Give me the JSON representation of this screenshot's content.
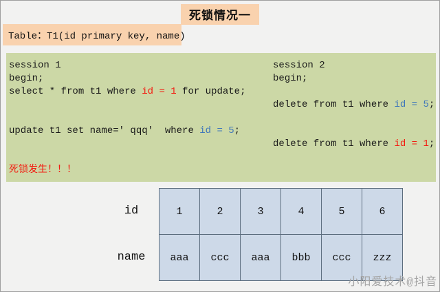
{
  "page": {
    "title": "死锁情况一",
    "watermark": "小阳爱技术@抖音"
  },
  "table_label": "Table：T1(id primary key, name)",
  "code_panel": {
    "left_lines": [
      [
        [
          "session 1",
          "k"
        ]
      ],
      [
        [
          "begin;",
          "k"
        ]
      ],
      [
        [
          "select * from t1 where ",
          "k"
        ],
        [
          "id = 1",
          "r"
        ],
        [
          " for update;",
          "k"
        ]
      ],
      [],
      [],
      [
        [
          "update t1 set name=' qqq'  where ",
          "k"
        ],
        [
          "id = 5",
          "b"
        ],
        [
          ";",
          "k"
        ]
      ],
      [],
      [],
      [
        [
          "死锁发生！！！",
          "r"
        ]
      ]
    ],
    "right_lines": [
      [
        [
          "session 2",
          "k"
        ]
      ],
      [
        [
          "begin;",
          "k"
        ]
      ],
      [],
      [
        [
          "delete from t1 where ",
          "k"
        ],
        [
          "id = 5",
          "b"
        ],
        [
          ";",
          "k"
        ]
      ],
      [],
      [],
      [
        [
          "delete from t1 where ",
          "k"
        ],
        [
          "id = 1",
          "r"
        ],
        [
          ";",
          "k"
        ]
      ]
    ]
  },
  "data_table": {
    "row_labels": [
      "id",
      "name"
    ],
    "ids": [
      "1",
      "2",
      "3",
      "4",
      "5",
      "6"
    ],
    "names": [
      "aaa",
      "ccc",
      "aaa",
      "bbb",
      "ccc",
      "zzz"
    ]
  },
  "colors": {
    "background": "#f2f2f1",
    "accent_peach": "#f9d2ae",
    "panel_green": "#ccd8a6",
    "cell_blue": "#cdd9e8",
    "code_red": "#f31b10",
    "code_blue": "#3f77ba"
  }
}
